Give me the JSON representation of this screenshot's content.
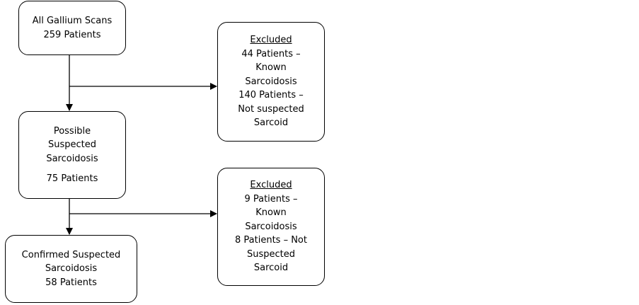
{
  "flowchart": {
    "start": {
      "title": "All Gallium Scans",
      "count": "259 Patients"
    },
    "excluded_1": {
      "heading": "Excluded",
      "lines": [
        "44 Patients –",
        "Known",
        "Sarcoidosis",
        "140 Patients –",
        "Not suspected",
        "Sarcoid"
      ]
    },
    "possible": {
      "lines": [
        "Possible",
        "Suspected",
        "Sarcoidosis"
      ],
      "count": "75 Patients"
    },
    "excluded_2": {
      "heading": "Excluded",
      "lines": [
        "9 Patients –",
        "Known",
        "Sarcoidosis",
        "8 Patients – Not",
        "Suspected",
        "Sarcoid"
      ]
    },
    "confirmed": {
      "lines": [
        "Confirmed Suspected",
        "Sarcoidosis"
      ],
      "count": "58 Patients"
    }
  },
  "colors": {
    "stroke": "#000000",
    "background": "#ffffff"
  }
}
